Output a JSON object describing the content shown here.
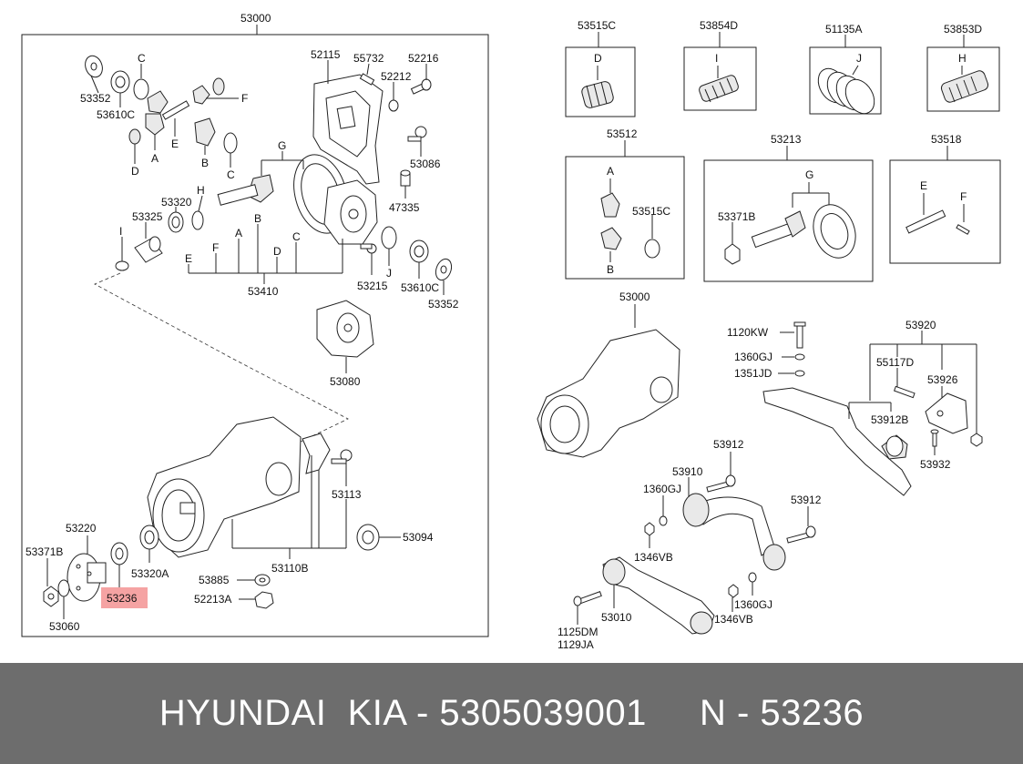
{
  "colors": {
    "highlight": "#f5a3a3",
    "footer_bg": "#6d6d6d",
    "footer_text": "#ffffff"
  },
  "footer": {
    "text": "HYUNDAI  KIA - 5305039001     N - 53236"
  },
  "labels": {
    "l53000a": "53000",
    "l52115": "52115",
    "l55732": "55732",
    "l52216": "52216",
    "l52212": "52212",
    "l53352a": "53352",
    "l53610Ca": "53610C",
    "lC1": "C",
    "lD1": "D",
    "lA1": "A",
    "lE1": "E",
    "lF1": "F",
    "lB1": "B",
    "lC2": "C",
    "lG1": "G",
    "l53086": "53086",
    "l47335": "47335",
    "lH1": "H",
    "l53320": "53320",
    "l53325": "53325",
    "lI1": "I",
    "lB2": "B",
    "lA2": "A",
    "lF2": "F",
    "lD2": "D",
    "lC3": "C",
    "lE2": "E",
    "l53410": "53410",
    "l53215": "53215",
    "lJ1": "J",
    "l53610Cb": "53610C",
    "l53352b": "53352",
    "l53080": "53080",
    "l53113": "53113",
    "l53094": "53094",
    "l53110B": "53110B",
    "l53220": "53220",
    "l53371Ba": "53371B",
    "l53320A": "53320A",
    "l53885": "53885",
    "l52213A": "52213A",
    "l53236": "53236",
    "l53060": "53060",
    "l53515Ca": "53515C",
    "lD3": "D",
    "l53854D": "53854D",
    "lI2": "I",
    "l51135A": "51135A",
    "lJ2": "J",
    "l53853D": "53853D",
    "lH2": "H",
    "l53512": "53512",
    "lA3": "A",
    "l53515Cb": "53515C",
    "lB3": "B",
    "l53213": "53213",
    "lG2": "G",
    "l53371Bb": "53371B",
    "l53518": "53518",
    "lE3": "E",
    "lF3": "F",
    "l53000b": "53000",
    "l1120KW": "1120KW",
    "l1360GJa": "1360GJ",
    "l1351JD": "1351JD",
    "l53920": "53920",
    "l55117D": "55117D",
    "l53926": "53926",
    "l53912B": "53912B",
    "l53932": "53932",
    "l53912a": "53912",
    "l53910": "53910",
    "l1360GJb": "1360GJ",
    "l1346VBa": "1346VB",
    "l53912b": "53912",
    "l1360GJc": "1360GJ",
    "l1346VBb": "1346VB",
    "l53010": "53010",
    "l1125DM": "1125DM",
    "l1129JA": "1129JA"
  }
}
